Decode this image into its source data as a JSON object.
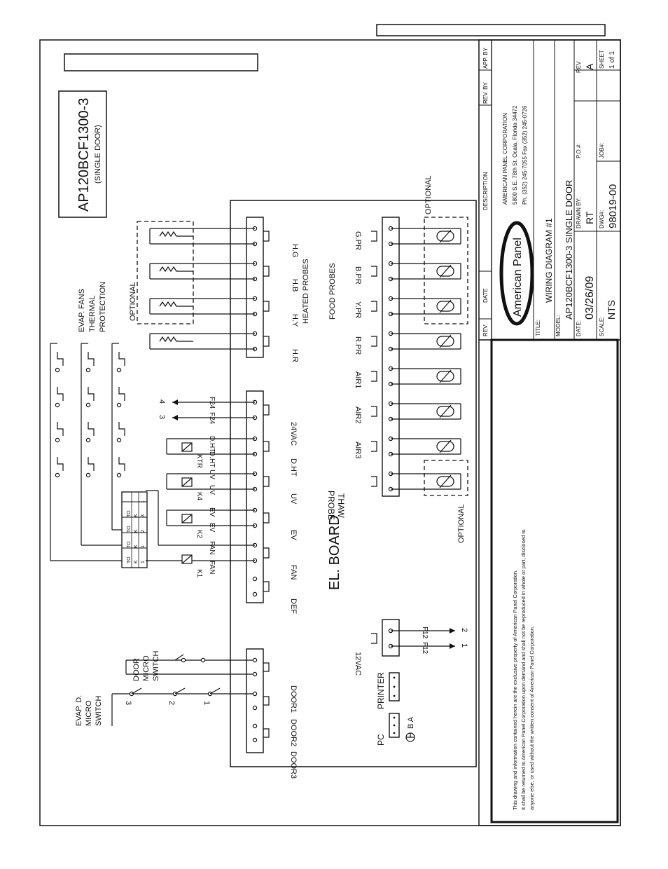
{
  "model": "AP120BCF1300-3",
  "door_type": "(SINGLE DOOR)",
  "board_label": "EL. BOARD",
  "optional_label": "OPTIONAL",
  "evap_fans_protection": [
    "EVAP. FANS",
    "THERMAL",
    "PROTECTION"
  ],
  "heated_probes_label": "HEATED PROBES",
  "food_probes_label": "FOOD PROBES",
  "thaw_probe_label": [
    "THAW",
    "PROBE"
  ],
  "door_micro_switch": [
    "DOOR",
    "MICRO",
    "SWITCH"
  ],
  "evap_d_micro_switch": [
    "EVAP. D.",
    "MICRO",
    "SWITCH"
  ],
  "pc_label": "PC",
  "printer_label": "PRINTER",
  "pc_pins": "B A",
  "heated_probes": [
    "H.G",
    "H.B",
    "H.Y",
    "H.R"
  ],
  "food_probes": [
    "G.PR",
    "B.PR",
    "Y.PR",
    "R.PR",
    "AIR1",
    "AIR2",
    "AIR3"
  ],
  "outputs": [
    "24VAC",
    "D.HT",
    "UV",
    "EV",
    "FAN",
    "DEF"
  ],
  "door_inputs": [
    "DOOR1",
    "DOOR2",
    "DOOR3"
  ],
  "power_input": "12VAC",
  "wires": {
    "f24": "F24",
    "f12": "F12",
    "d_ht": "D.HT",
    "uv": "UV",
    "ev": "EV",
    "fan": "FAN",
    "n1": "1",
    "n2": "2",
    "n3": "3",
    "n4": "4"
  },
  "relays": [
    "K1",
    "K2",
    "K4",
    "KTR"
  ],
  "terminal_block": {
    "row_to": [
      "TO",
      "TO",
      "TO",
      "TO"
    ],
    "row_k": [
      "K",
      "K",
      "K",
      "K"
    ],
    "row_num": [
      "1",
      "1",
      "2",
      "3"
    ],
    "tail": "1"
  },
  "switch_numbers": [
    "3",
    "2",
    "1"
  ],
  "title_block": {
    "rev_header": "REV.",
    "date_header": "DATE",
    "description_header": "DESCRIPTION",
    "rev_by_header": "REV. BY",
    "app_by_header": "APP. BY",
    "company_name": "AMERICAN PANEL CORPORATION",
    "company_address": "5800 S.E. 78th St. Ocala, Florida 34472",
    "company_phone": "Ph. (352) 245-7055  Fax (352) 245-0726",
    "logo_text": "American Panel",
    "title_label": "TITLE:",
    "title_value": "WIRING DIAGRAM #1",
    "model_label": "MODEL:",
    "model_value": "AP120BCF1300-3 SINGLE DOOR",
    "date_label": "DATE:",
    "date_value": "03/26/09",
    "drawn_by_label": "DRAWN BY:",
    "drawn_by_value": "RT",
    "po_label": "P.O.#:",
    "rev_label": "REV",
    "rev_value": "A",
    "scale_label": "SCALE:",
    "scale_value": "NTS",
    "dwg_label": "DWG#:",
    "dwg_value": "98019-00",
    "job_label": "JOB#:",
    "sheet_label": "SHEET",
    "sheet_value": "1 of 1"
  },
  "disclaimer": [
    "This drawing and information contained herein are the exclusive property of American Panel Corporation.",
    "It shall be returned to American Panel Corporation upon demand and shall not be reproduced in whole or part, disclosed to",
    "anyone else, or used without the written consent of American Panel Corporation."
  ]
}
